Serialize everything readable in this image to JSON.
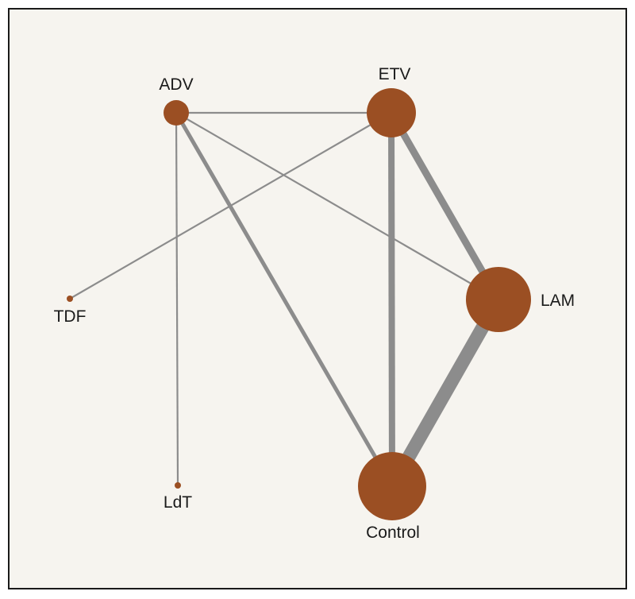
{
  "diagram": {
    "type": "network-meta-analysis",
    "colors": {
      "background": "#f6f4ef",
      "frame": "#1a1a1a",
      "node_fill": "#9b4f23",
      "edge": "#8c8c8c",
      "label": "#1a1a1a"
    },
    "nodes": [
      {
        "id": "ADV",
        "label": "ADV"
      },
      {
        "id": "ETV",
        "label": "ETV"
      },
      {
        "id": "TDF",
        "label": "TDF"
      },
      {
        "id": "LAM",
        "label": "LAM"
      },
      {
        "id": "LdT",
        "label": "LdT"
      },
      {
        "id": "Control",
        "label": "Control"
      }
    ],
    "edges": [
      {
        "source": "ADV",
        "target": "ETV"
      },
      {
        "source": "ADV",
        "target": "LAM"
      },
      {
        "source": "ADV",
        "target": "Control"
      },
      {
        "source": "ADV",
        "target": "LdT"
      },
      {
        "source": "ETV",
        "target": "TDF"
      },
      {
        "source": "ETV",
        "target": "LAM"
      },
      {
        "source": "ETV",
        "target": "Control"
      },
      {
        "source": "LAM",
        "target": "Control"
      }
    ]
  }
}
